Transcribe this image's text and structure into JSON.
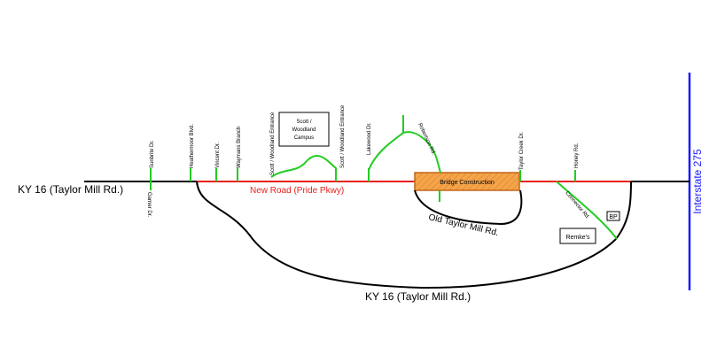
{
  "colors": {
    "road": "#000000",
    "new_road": "#e8201a",
    "side_street": "#22cc22",
    "interstate": "#1a1aff",
    "construction_fill": "#f5a44a",
    "construction_stroke": "#c0661b"
  },
  "labels": {
    "ky16_main": "KY 16 (Taylor Mill Rd.)",
    "ky16_bottom": "KY 16 (Taylor Mill Rd.)",
    "new_road": "New Road (Pride Pkwy)",
    "old_taylor_mill": "Old Taylor Mill Rd.",
    "interstate": "Interstate 275",
    "bridge": "Bridge Construction",
    "campus_line1": "Scott /",
    "campus_line2": "Woodland",
    "campus_line3": "Campus",
    "remkes": "Remke's",
    "bp": "BP",
    "connector": "Connector Rd."
  },
  "streets": {
    "sunbrite": "Sunbrite Dr.",
    "garner": "Garner Dr.",
    "heathermoor": "Heathermoor Blvd.",
    "vincent": "Vincent Dr.",
    "waymans": "Waymans Branch",
    "scott_entrance_1": "Scott / Woodland Entrance",
    "scott_entrance_2": "Scott / Woodland Entrance",
    "lakewood": "Lakewood Dr.",
    "robertson": "Robertson Rd.",
    "taylor_creek": "Taylor Creek Dr.",
    "honey": "Honey Rd."
  }
}
